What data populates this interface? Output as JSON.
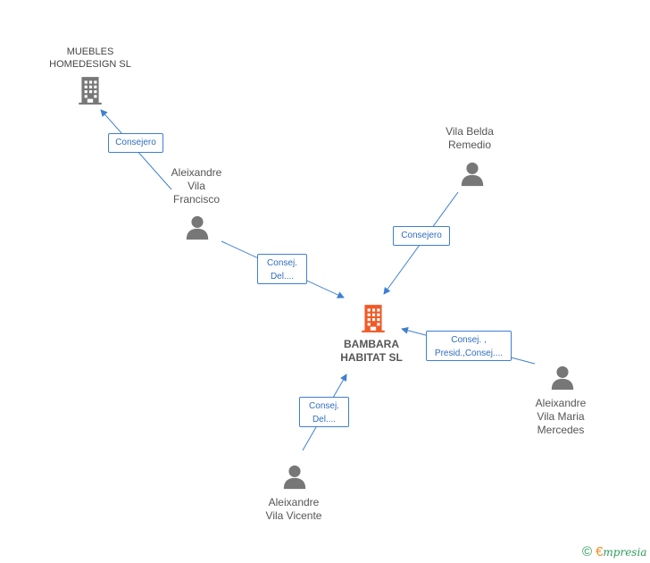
{
  "nodes": [
    {
      "id": "muebles",
      "type": "company",
      "label": "MUEBLES\nHOMEDESIGN SL",
      "color": "#777777"
    },
    {
      "id": "bambara",
      "type": "company",
      "label": "BAMBARA\nHABITAT SL",
      "color": "#f05a28"
    },
    {
      "id": "francisco",
      "type": "person",
      "label": "Aleixandre\nVila\nFrancisco",
      "color": "#777777"
    },
    {
      "id": "belda",
      "type": "person",
      "label": "Vila Belda\nRemedio",
      "color": "#777777"
    },
    {
      "id": "mercedes",
      "type": "person",
      "label": "Aleixandre\nVila Maria\nMercedes",
      "color": "#777777"
    },
    {
      "id": "vicente",
      "type": "person",
      "label": "Aleixandre\nVila Vicente",
      "color": "#777777"
    }
  ],
  "edges": [
    {
      "id": "e1",
      "from": "francisco",
      "to": "muebles",
      "label": "Consejero"
    },
    {
      "id": "e2",
      "from": "francisco",
      "to": "bambara",
      "label": "Consej.\nDel...."
    },
    {
      "id": "e3",
      "from": "belda",
      "to": "bambara",
      "label": "Consejero"
    },
    {
      "id": "e4",
      "from": "mercedes",
      "to": "bambara",
      "label": "Consej. ,\nPresid.,Consej...."
    },
    {
      "id": "e5",
      "from": "vicente",
      "to": "bambara",
      "label": "Consej.\nDel...."
    }
  ],
  "colors": {
    "edge": "#3f7fd1",
    "edge_text": "#2f6cc0"
  },
  "footer": {
    "copyright": "©",
    "brand_initial": "€",
    "brand": "mpresia"
  }
}
